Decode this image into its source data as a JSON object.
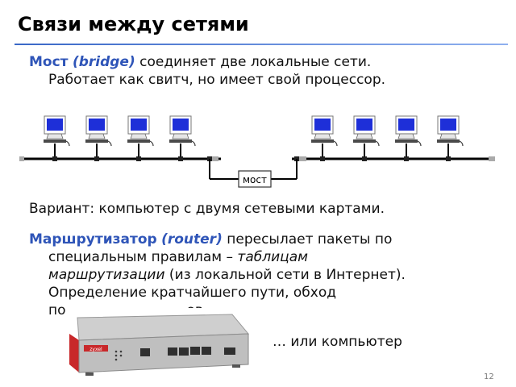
{
  "slide": {
    "title": "Связи между сетями",
    "page_number": "12"
  },
  "bridge_text": {
    "term": "Мост",
    "term_en": "(bridge)",
    "line1_rest": " соединяет две локальные сети.",
    "line2": "Работает как свитч, но имеет свой процессор."
  },
  "diagram": {
    "bridge_label": "мост",
    "left_segment_pcs": 4,
    "right_segment_pcs": 4
  },
  "variant_text": "Вариант: компьютер с двумя сетевыми картами.",
  "router_text": {
    "term": "Маршрутизатор",
    "term_en": "(router)",
    "line1_rest": " пересылает пакеты по",
    "line2_start": "специальным правилам – ",
    "line2_italic": "таблицам",
    "line3_italic": "маршрутизации",
    "line3_rest": " (из локальной сети в Интернет).",
    "line4": "Определение кратчайшего пути, обход",
    "line5": "по"
  },
  "router_line5_tail": "ов.",
  "router_image": {
    "brand_text": "zyxel"
  },
  "or_computer": "… или компьютер",
  "colors": {
    "accent_blue": "#2f55b8",
    "title_rule": "#3a68c7",
    "router_red": "#c8282a",
    "screen_blue": "#1e2fd8"
  }
}
